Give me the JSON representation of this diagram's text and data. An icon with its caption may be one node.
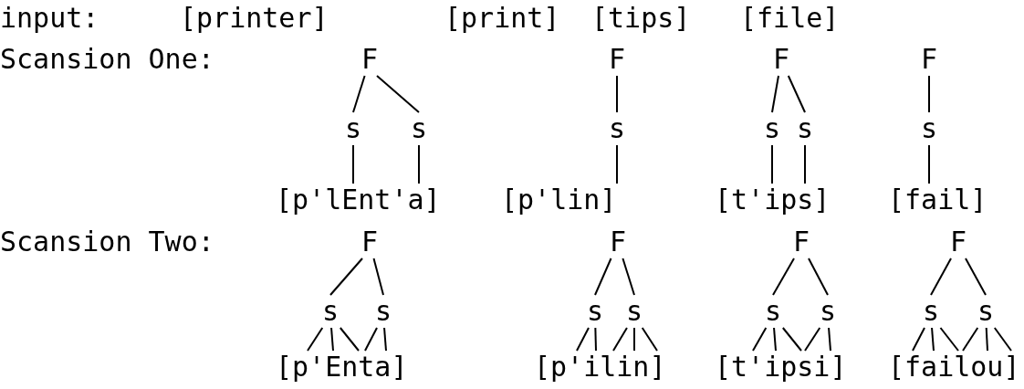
{
  "diagram": {
    "nodes": [
      {
        "text": [
          "F"
        ]
      },
      {
        "text": [
          "s"
        ]
      },
      {
        "text": [
          "s"
        ]
      },
      {
        "text": [
          "[p'lEnt'a]"
        ]
      },
      {
        "text": [
          "F"
        ]
      },
      {
        "text": [
          "s"
        ]
      },
      {
        "text": [
          "[p'lin]"
        ]
      },
      {
        "text": [
          "F"
        ]
      },
      {
        "text": [
          "s"
        ]
      },
      {
        "text": [
          "s"
        ]
      },
      {
        "text": [
          "[t'ips]"
        ]
      },
      {
        "text": [
          "F"
        ]
      },
      {
        "text": [
          "s"
        ]
      },
      {
        "text": [
          "[fail]"
        ]
      },
      {
        "text": [
          "F"
        ]
      },
      {
        "text": [
          "s"
        ]
      },
      {
        "text": [
          "s"
        ]
      },
      {
        "text": [
          "[p'Enta]"
        ]
      },
      {
        "text": [
          "F"
        ]
      },
      {
        "text": [
          "s"
        ]
      },
      {
        "text": [
          "s"
        ]
      },
      {
        "text": [
          "[p'ilin]"
        ]
      },
      {
        "text": [
          "F"
        ]
      },
      {
        "text": [
          "s"
        ]
      },
      {
        "text": [
          "s"
        ]
      },
      {
        "text": [
          "[t'ipsi]"
        ]
      },
      {
        "text": [
          "F"
        ]
      },
      {
        "text": [
          "s"
        ]
      },
      {
        "text": [
          "s"
        ]
      },
      {
        "text": [
          "[failou]"
        ]
      }
    ],
    "edges": [
      {
        "from": 0,
        "to": 1,
        "arrow": "none"
      },
      {
        "from": 0,
        "to": 2,
        "arrow": "none"
      },
      {
        "from": 1,
        "to": 3,
        "arrow": "none"
      },
      {
        "from": 2,
        "to": 3,
        "arrow": "none"
      },
      {
        "from": 4,
        "to": 5,
        "arrow": "none"
      },
      {
        "from": 5,
        "to": 6,
        "arrow": "none"
      },
      {
        "from": 7,
        "to": 8,
        "arrow": "none"
      },
      {
        "from": 7,
        "to": 9,
        "arrow": "none"
      },
      {
        "from": 8,
        "to": 10,
        "arrow": "none"
      },
      {
        "from": 9,
        "to": 10,
        "arrow": "none"
      },
      {
        "from": 11,
        "to": 12,
        "arrow": "none"
      },
      {
        "from": 12,
        "to": 13,
        "arrow": "none"
      },
      {
        "from": 14,
        "to": 15,
        "arrow": "none"
      },
      {
        "from": 14,
        "to": 16,
        "arrow": "none"
      },
      {
        "from": 15,
        "to": 17,
        "arrow": "none"
      },
      {
        "from": 15,
        "to": 17,
        "arrow": "none"
      },
      {
        "from": 15,
        "to": 17,
        "arrow": "none"
      },
      {
        "from": 16,
        "to": 17,
        "arrow": "none"
      },
      {
        "from": 16,
        "to": 17,
        "arrow": "none"
      },
      {
        "from": 18,
        "to": 19,
        "arrow": "none"
      },
      {
        "from": 18,
        "to": 20,
        "arrow": "none"
      },
      {
        "from": 19,
        "to": 21,
        "arrow": "none"
      },
      {
        "from": 19,
        "to": 21,
        "arrow": "none"
      },
      {
        "from": 20,
        "to": 21,
        "arrow": "none"
      },
      {
        "from": 20,
        "to": 21,
        "arrow": "none"
      },
      {
        "from": 20,
        "to": 21,
        "arrow": "none"
      },
      {
        "from": 22,
        "to": 23,
        "arrow": "none"
      },
      {
        "from": 22,
        "to": 24,
        "arrow": "none"
      },
      {
        "from": 23,
        "to": 25,
        "arrow": "none"
      },
      {
        "from": 23,
        "to": 25,
        "arrow": "none"
      },
      {
        "from": 23,
        "to": 25,
        "arrow": "none"
      },
      {
        "from": 24,
        "to": 25,
        "arrow": "none"
      },
      {
        "from": 24,
        "to": 25,
        "arrow": "none"
      },
      {
        "from": 26,
        "to": 27,
        "arrow": "none"
      },
      {
        "from": 26,
        "to": 28,
        "arrow": "none"
      },
      {
        "from": 27,
        "to": 29,
        "arrow": "none"
      },
      {
        "from": 27,
        "to": 29,
        "arrow": "none"
      },
      {
        "from": 27,
        "to": 29,
        "arrow": "none"
      },
      {
        "from": 28,
        "to": 29,
        "arrow": "none"
      },
      {
        "from": 28,
        "to": 29,
        "arrow": "none"
      },
      {
        "from": 28,
        "to": 29,
        "arrow": "none"
      }
    ],
    "labels": [
      "input:",
      "[printer]",
      "[print]",
      "[tips]",
      "[file]",
      "Scansion One:",
      "Scansion Two:"
    ]
  }
}
